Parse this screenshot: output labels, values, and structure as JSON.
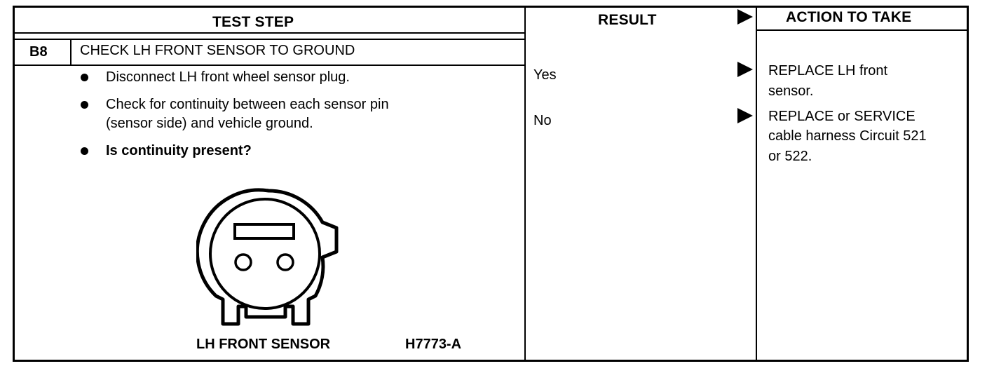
{
  "header": {
    "test_step": "TEST STEP",
    "result": "RESULT",
    "action": "ACTION TO TAKE"
  },
  "step": {
    "id": "B8",
    "title": "CHECK LH FRONT SENSOR TO GROUND",
    "bullets": [
      "Disconnect LH front wheel sensor plug.",
      "Check for continuity between each sensor pin",
      "(sensor side) and vehicle ground.",
      "Is continuity present?"
    ]
  },
  "results": [
    {
      "label": "Yes",
      "action_lines": [
        "REPLACE LH front",
        "sensor."
      ]
    },
    {
      "label": "No",
      "action_lines": [
        "REPLACE or SERVICE",
        "cable harness Circuit 521",
        "or 522."
      ]
    }
  ],
  "figure": {
    "caption": "LH FRONT SENSOR",
    "code": "H7773-A",
    "icon": "sensor-connector-icon"
  }
}
